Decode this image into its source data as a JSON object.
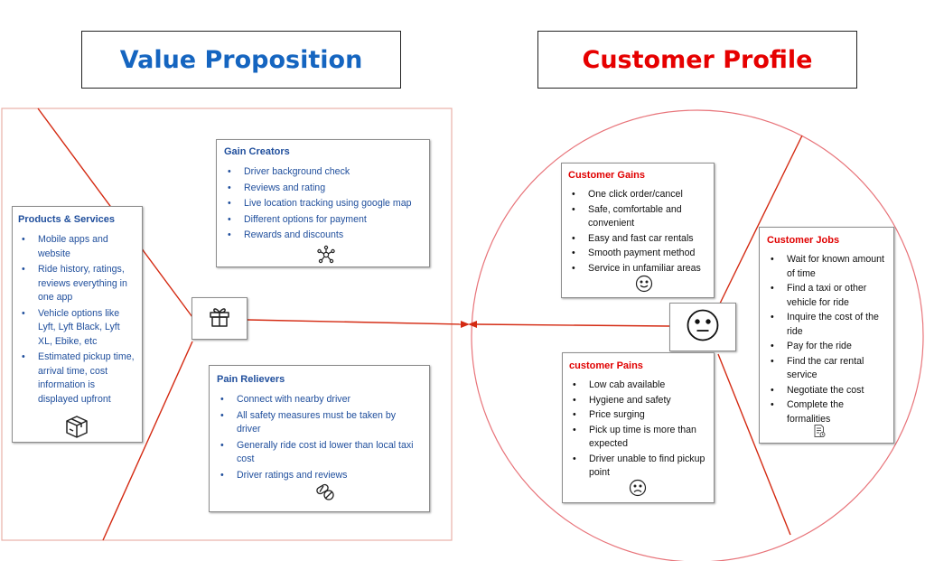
{
  "titles": {
    "value_proposition": "Value Proposition",
    "customer_profile": "Customer Profile"
  },
  "colors": {
    "value_title": "#1565c0",
    "customer_title": "#e60000",
    "line_red": "#d42a12",
    "section_blue": "#1f4e9c"
  },
  "products_services": {
    "heading": "Products & Services",
    "items": [
      "Mobile apps and website",
      "Ride history, ratings, reviews everything in one app",
      "Vehicle options like Lyft, Lyft Black, Lyft XL, Ebike, etc",
      "Estimated pickup time, arrival time, cost information is displayed upfront"
    ],
    "icon": "box-icon"
  },
  "gain_creators": {
    "heading": "Gain Creators",
    "items": [
      "Driver background check",
      "Reviews and rating",
      "Live location tracking using google map",
      "Different options for payment",
      "Rewards and discounts"
    ],
    "icon": "network-icon"
  },
  "pain_relievers": {
    "heading": "Pain Relievers",
    "items": [
      "Connect with nearby driver",
      "All safety measures must be taken by driver",
      "Generally ride cost id lower than local taxi cost",
      "Driver ratings and reviews"
    ],
    "icon": "pills-icon"
  },
  "customer_gains": {
    "heading": "Customer Gains",
    "items": [
      "One click order/cancel",
      "Safe, comfortable and convenient",
      "Easy and fast car rentals",
      "Smooth payment method",
      "Service in unfamiliar areas"
    ],
    "icon": "smile-icon"
  },
  "customer_pains": {
    "heading": "customer Pains",
    "items": [
      "Low cab available",
      "Hygiene and safety",
      "Price surging",
      "Pick up time is more than expected",
      "Driver unable to find pickup point"
    ],
    "icon": "frown-icon"
  },
  "customer_jobs": {
    "heading": "Customer Jobs",
    "items": [
      "Wait for known amount of time",
      "Find a taxi or other vehicle for ride",
      "Inquire the cost of the ride",
      "Pay for the ride",
      "Find the car rental service",
      "Negotiate the cost",
      "Complete the formalities"
    ],
    "icon": "document-icon"
  },
  "center_icons": {
    "gift": "gift-icon",
    "neutral_face": "neutral-face-icon"
  }
}
